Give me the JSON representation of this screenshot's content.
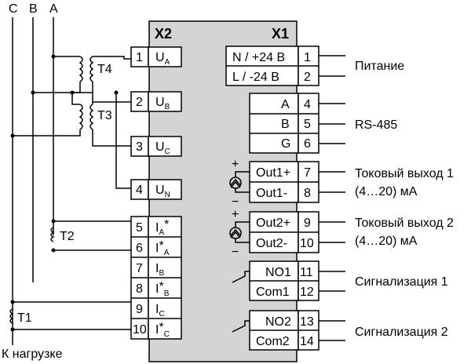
{
  "phases": [
    "C",
    "B",
    "A"
  ],
  "to_load": "К нагрузке",
  "transformers": {
    "t4": "T4",
    "t3": "T3",
    "t2": "T2",
    "t1": "T1"
  },
  "x2": {
    "title": "X2",
    "terminals": [
      {
        "num": "1",
        "main": "U",
        "sup": "",
        "sub": "A"
      },
      {
        "num": "2",
        "main": "U",
        "sup": "",
        "sub": "B"
      },
      {
        "num": "3",
        "main": "U",
        "sup": "",
        "sub": "C"
      },
      {
        "num": "4",
        "main": "U",
        "sup": "",
        "sub": "N"
      },
      {
        "num": "5",
        "main": "I",
        "sup": "*",
        "sub": "A"
      },
      {
        "num": "6",
        "main": "I",
        "sup": "*",
        "sub": "A"
      },
      {
        "num": "7",
        "main": "I",
        "sup": "",
        "sub": "B"
      },
      {
        "num": "8",
        "main": "I",
        "sup": "*",
        "sub": "B"
      },
      {
        "num": "9",
        "main": "I",
        "sup": "",
        "sub": "C"
      },
      {
        "num": "10",
        "main": "I",
        "sup": "*",
        "sub": "C"
      }
    ]
  },
  "x1": {
    "title": "X1",
    "terminals": [
      {
        "num": "1",
        "label": "N / +24 В"
      },
      {
        "num": "2",
        "label": "L / -24 В"
      },
      {
        "num": "4",
        "label": "A"
      },
      {
        "num": "5",
        "label": "B"
      },
      {
        "num": "6",
        "label": "G"
      },
      {
        "num": "7",
        "label": "Out1+"
      },
      {
        "num": "8",
        "label": "Out1-"
      },
      {
        "num": "9",
        "label": "Out2+"
      },
      {
        "num": "10",
        "label": "Out2-"
      },
      {
        "num": "11",
        "label": "NO1"
      },
      {
        "num": "12",
        "label": "Com1"
      },
      {
        "num": "13",
        "label": "NO2"
      },
      {
        "num": "14",
        "label": "Com2"
      }
    ]
  },
  "signals": {
    "power": "Питание",
    "rs485": "RS-485",
    "out1_title": "Токовый выход 1",
    "out1_range": "(4…20) мА",
    "out2_title": "Токовый выход 2",
    "out2_range": "(4…20) мА",
    "alarm1": "Сигнализация 1",
    "alarm2": "Сигнализация 2"
  },
  "polarity": {
    "plus": "+",
    "minus": "−"
  }
}
